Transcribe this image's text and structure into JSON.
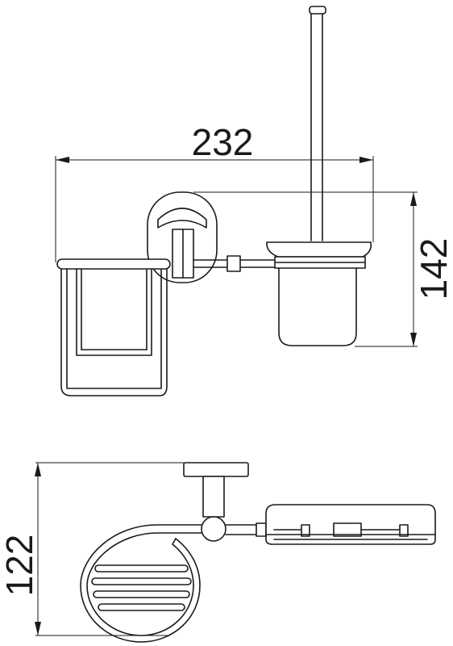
{
  "dimensions": {
    "width_label": "232",
    "height_front_label": "142",
    "height_side_label": "122"
  },
  "style": {
    "line_color": "#1a1a1a",
    "background": "#ffffff"
  }
}
